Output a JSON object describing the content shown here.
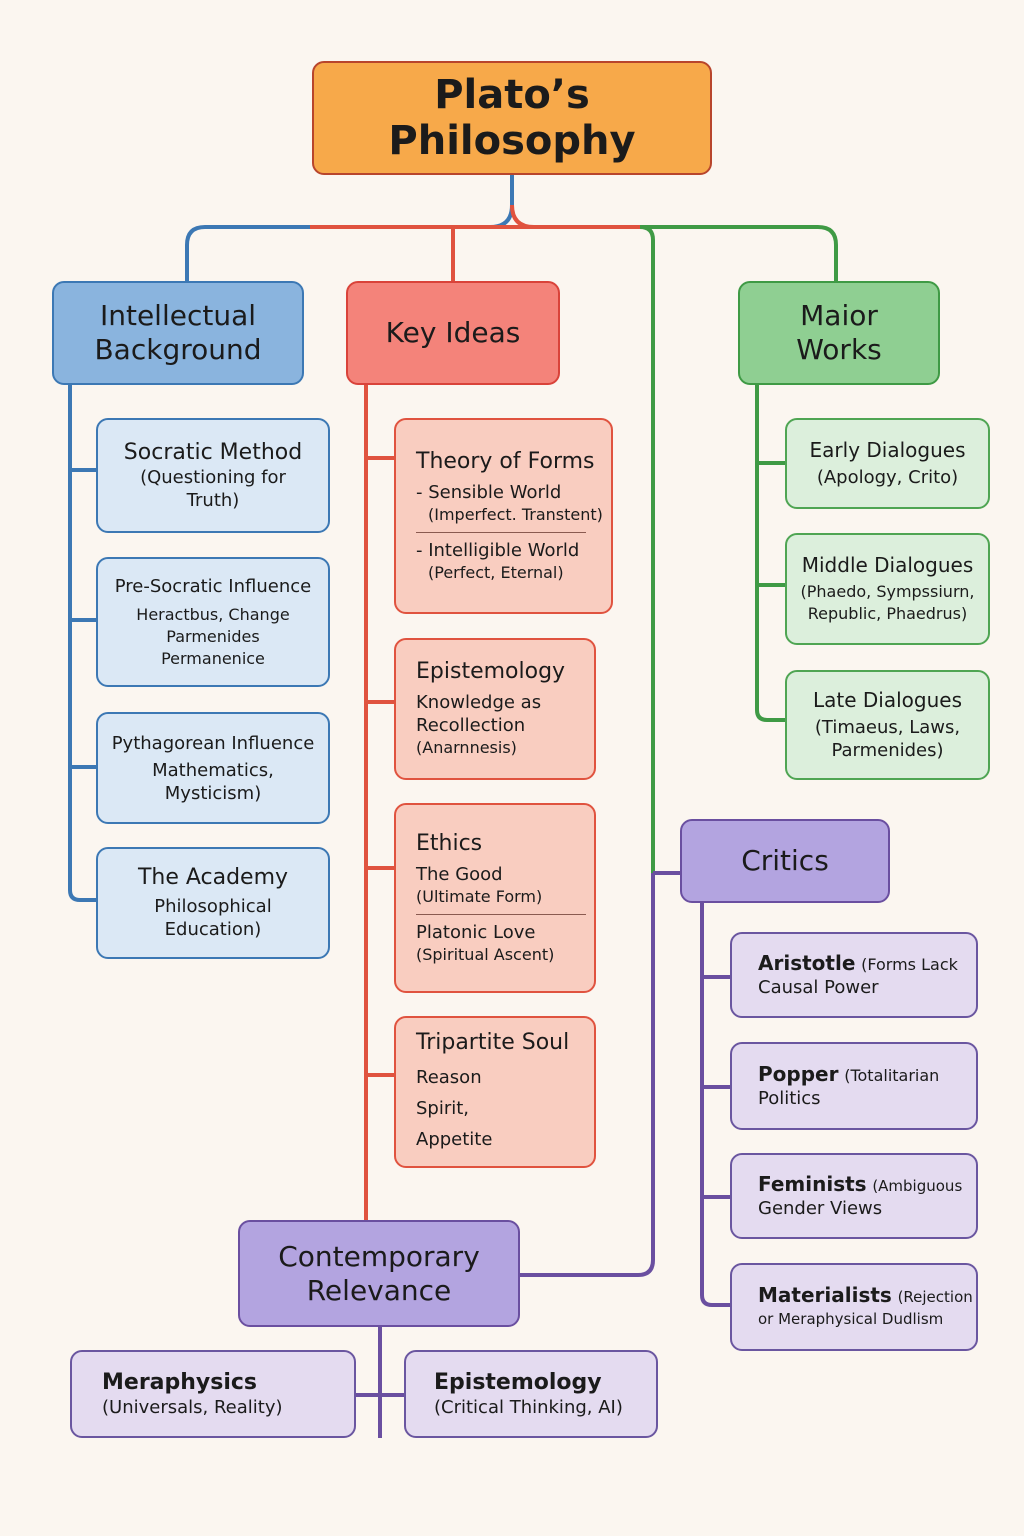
{
  "title": "Plato’s Philosophy",
  "colors": {
    "background": "#fbf6f0",
    "title": "#f7a94a",
    "blue": "#3c78b4",
    "red": "#d9433a",
    "green": "#3f9a45",
    "purple": "#6a4fa0"
  },
  "intellectual": {
    "header": "Intellectual Background",
    "items": [
      {
        "title": "Socratic Method",
        "desc": "(Questioning for Truth)"
      },
      {
        "title": "Pre-Socratic Influence",
        "desc": "Heractbus, Change",
        "desc2": "Parmenides",
        "desc3": "Permanenice"
      },
      {
        "title": "Pythagorean Influence",
        "desc": "Mathematics,",
        "desc2": "Mysticism)"
      },
      {
        "title": "The Academy",
        "desc": "Philosophical",
        "desc2": "Education)"
      }
    ]
  },
  "key_ideas": {
    "header": "Key Ideas",
    "items": [
      {
        "title": "Theory of Forms",
        "a": "- Sensible World",
        "a2": "(Imperfect. Transtent)",
        "b": "- Intelligible World",
        "b2": "(Perfect, Eternal)"
      },
      {
        "title": "Epistemology",
        "a": "Knowledge as",
        "a2": "Recollection",
        "a3": "(Anarnnesis)"
      },
      {
        "title": "Ethics",
        "a": "The Good",
        "a2": "(Ultimate Form)",
        "b": "Platonic Love",
        "b2": "(Spiritual Ascent)"
      },
      {
        "title": "Tripartite Soul",
        "a": "Reason",
        "a2": "Spirit,",
        "a3": "Appetite"
      }
    ]
  },
  "major_works": {
    "header": "Maior Works",
    "items": [
      {
        "title": "Early Dialogues",
        "desc": "(Apology, Crito)"
      },
      {
        "title": "Middle Dialogues",
        "desc": "(Phaedo, Sympssiurn,",
        "desc2": "Republic, Phaedrus)"
      },
      {
        "title": "Late Dialogues",
        "desc": "(Timaeus, Laws,",
        "desc2": "Parmenides)"
      }
    ]
  },
  "critics": {
    "header": "Critics",
    "items": [
      {
        "name": "Aristotle",
        "desc": "(Forms Lack",
        "desc2": "Causal Power"
      },
      {
        "name": "Popper",
        "desc": "(Totalitarian",
        "desc2": "Politics"
      },
      {
        "name": "Feminists",
        "desc": "(Ambiguous",
        "desc2": "Gender Views"
      },
      {
        "name": "Materialists",
        "desc": "(Rejection",
        "desc2": "or Meraphysical Dudlism"
      }
    ]
  },
  "contemporary": {
    "header": "Contemporary Relevance",
    "items": [
      {
        "title": "Meraphysics",
        "desc": "(Universals, Reality)"
      },
      {
        "title": "Epistemology",
        "desc": "(Critical Thinking, AI)"
      }
    ]
  }
}
